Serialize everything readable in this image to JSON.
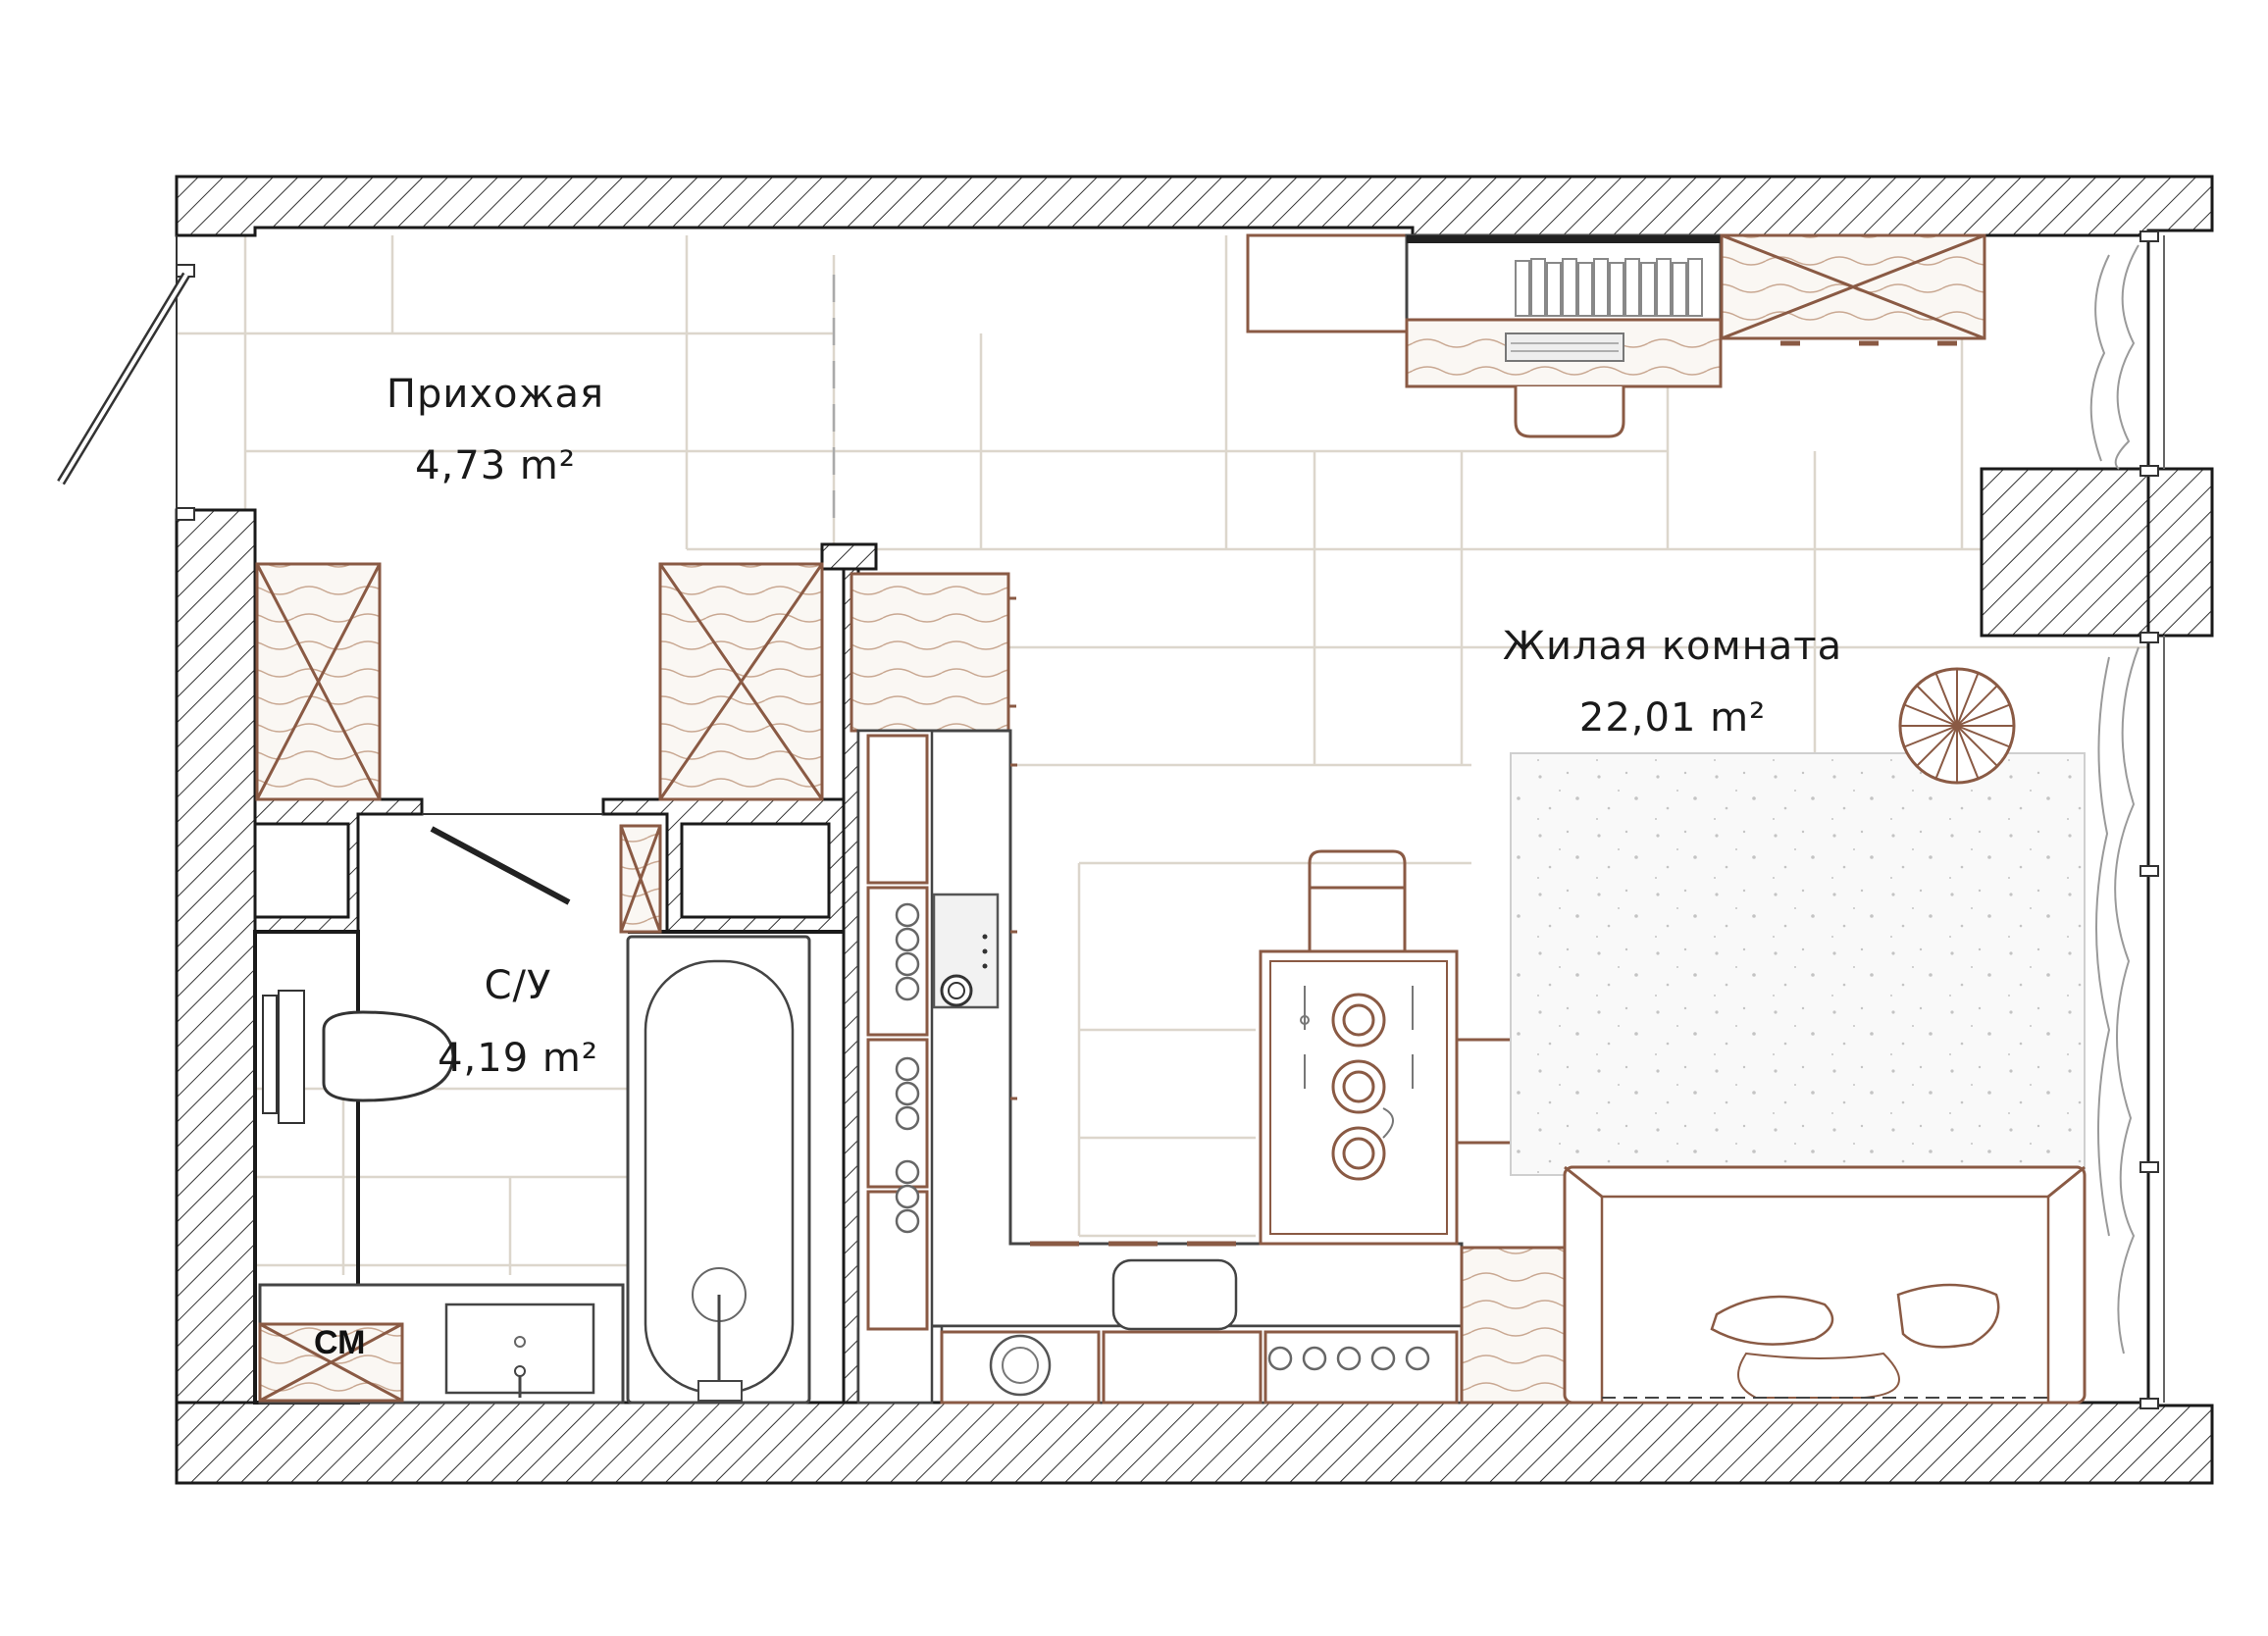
{
  "rooms": {
    "hallway": {
      "name": "Прихожая",
      "area": "4,73 m²"
    },
    "bathroom": {
      "name": "С/У",
      "area": "4,19 m²"
    },
    "living": {
      "name": "Жилая комната",
      "area": "22,01 m²"
    }
  },
  "appliances": {
    "washing_machine": "СМ"
  },
  "colors": {
    "wall_outline": "#1a1a1a",
    "furniture": "#8a5a44",
    "floor_tile": "#dcd6cc",
    "rug": "#d8d8d8"
  }
}
